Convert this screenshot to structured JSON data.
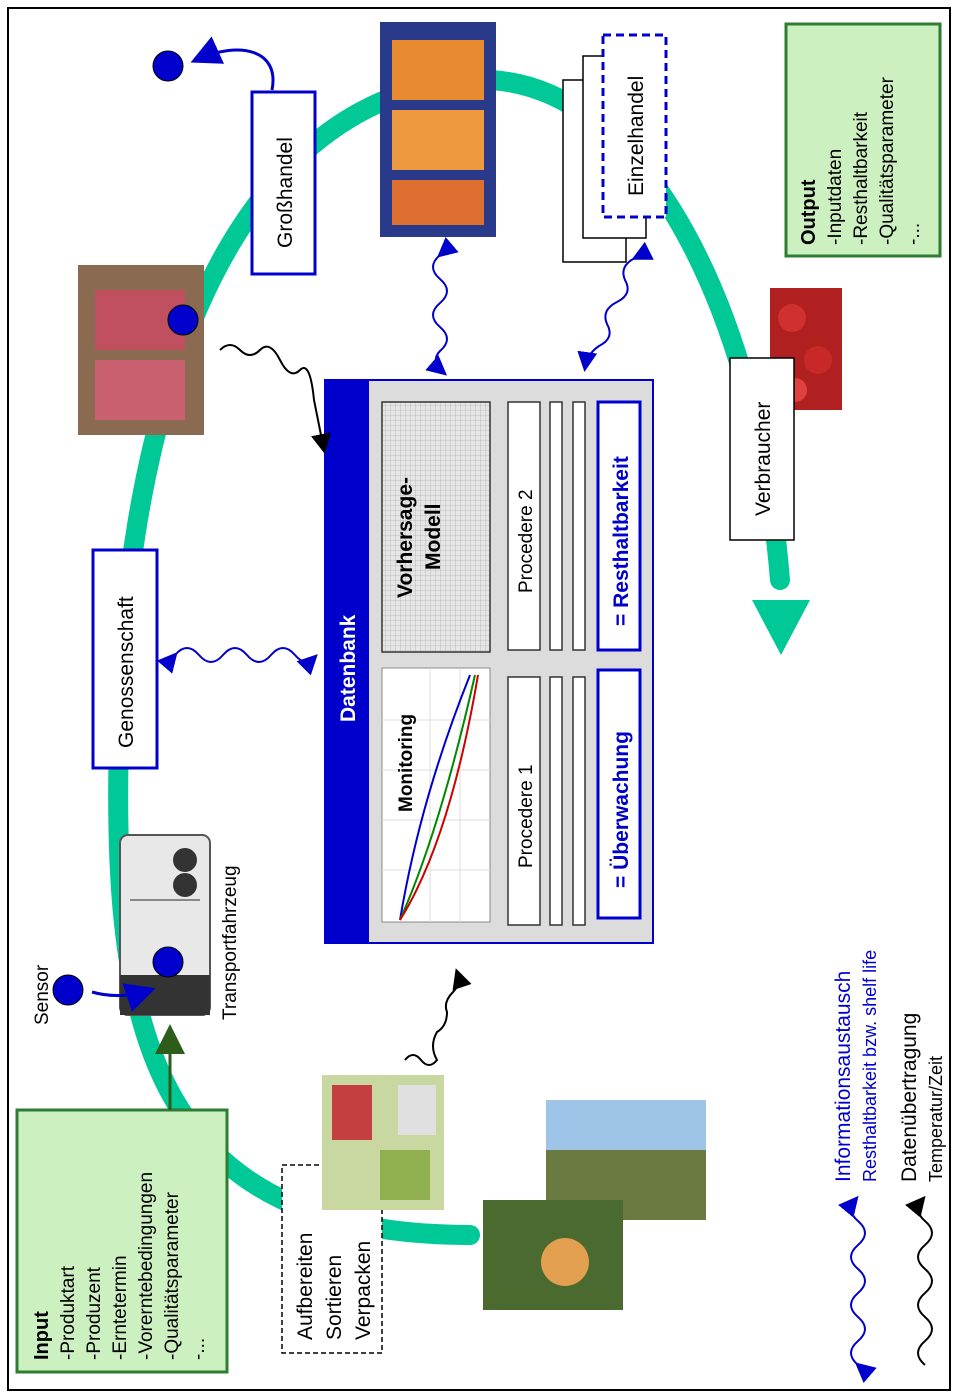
{
  "input": {
    "title": "Input",
    "items": [
      "-Produktart",
      "-Produzent",
      "-Erntetermin",
      "-Vorerntebedingungen",
      "-Qualitätsparameter",
      "-..."
    ]
  },
  "output": {
    "title": "Output",
    "items": [
      "-Inputdaten",
      "-Resthaltbarkeit",
      "-Qualitätsparameter",
      "-..."
    ]
  },
  "stations": {
    "aufbereiten": [
      "Aufbereiten",
      "Sortieren",
      "Verpacken"
    ],
    "sensor": "Sensor",
    "transport": "Transportfahrzeug",
    "genossenschaft": "Genossenschaft",
    "grosshandel": "Großhandel",
    "einzelhandel": "Einzelhandel",
    "verbraucher": "Verbraucher"
  },
  "database": {
    "title": "Datenbank",
    "monitoring": "Monitoring",
    "vorhersage": [
      "Vorhersage-",
      "Modell"
    ],
    "procedere1": "Procedere 1",
    "procedere2": "Procedere 2",
    "ueberwachung": "= Überwachung",
    "resthaltbarkeit": "= Resthaltbarkeit"
  },
  "legend": {
    "info_title": "Informationsaustausch",
    "info_sub": "Resthaltbarkeit bzw. shelf life",
    "data_title": "Datenübertragung",
    "data_sub": "Temperatur/Zeit"
  },
  "colors": {
    "loop_green": "#00c896",
    "box_green": "#ccf0c0",
    "box_green_border": "#2e7d32",
    "blue": "#0000cc",
    "db_panel": "#dcdcdc"
  }
}
